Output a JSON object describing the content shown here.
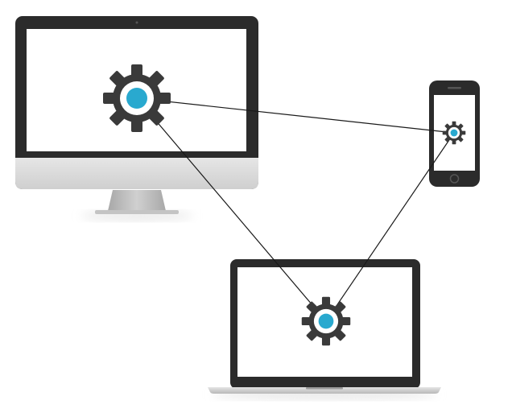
{
  "colors": {
    "background": "#ffffff",
    "device_frame": "#2b2b2b",
    "device_screen": "#ffffff",
    "monitor_chin": "#d9d9d9",
    "monitor_stand": "#bfbfbf",
    "laptop_base": "#d4d4d4",
    "gear": "#3a3a3a",
    "gear_hub": "#ffffff",
    "gear_dot": "#29a9cf",
    "connector_line": "#1a1a1a"
  },
  "devices": [
    {
      "type": "desktop-monitor",
      "icon": "gear-icon"
    },
    {
      "type": "smartphone",
      "icon": "gear-icon"
    },
    {
      "type": "laptop",
      "icon": "gear-icon"
    }
  ],
  "connections": [
    {
      "from": "desktop-monitor",
      "to": "smartphone"
    },
    {
      "from": "desktop-monitor",
      "to": "laptop"
    },
    {
      "from": "smartphone",
      "to": "laptop"
    }
  ]
}
